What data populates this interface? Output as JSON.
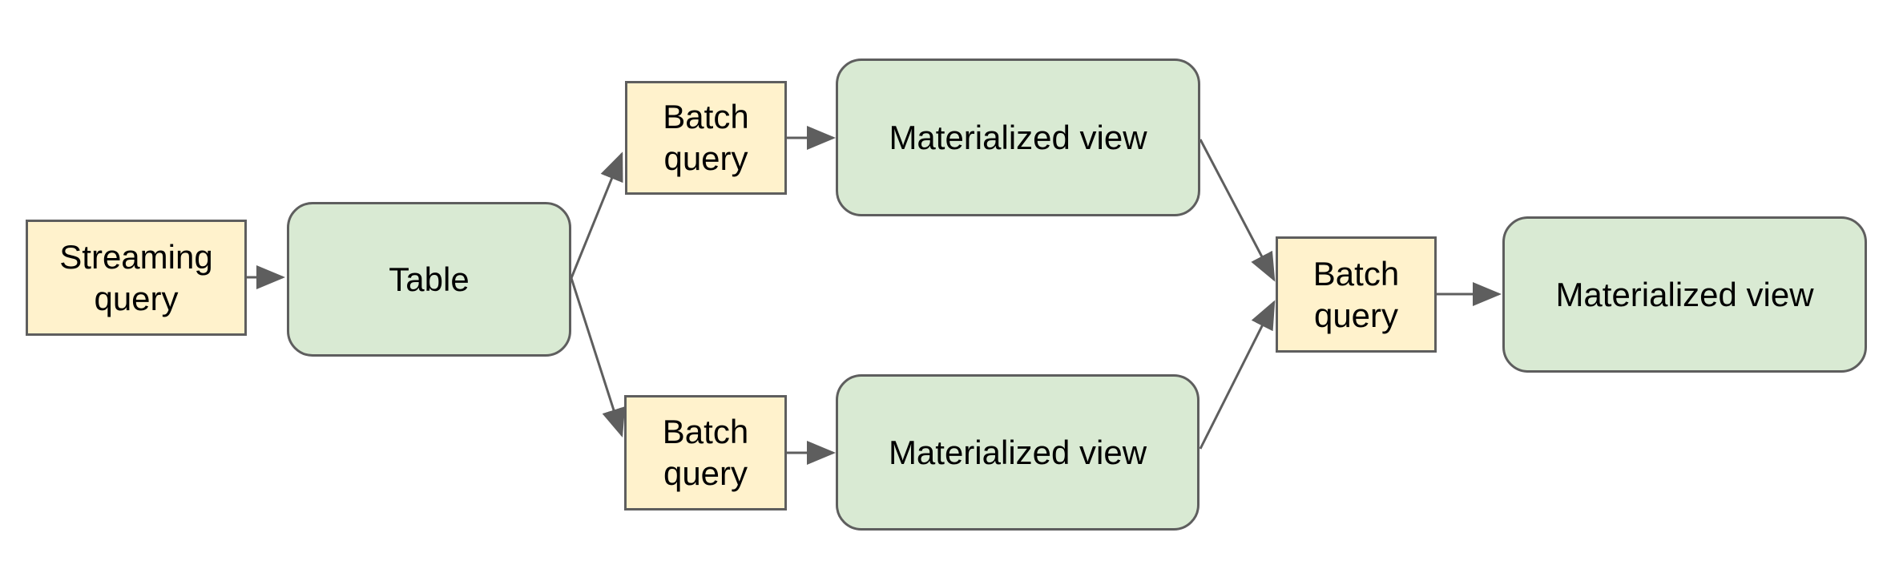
{
  "diagram": {
    "colors": {
      "canvas_bg": "#ffffff",
      "query_box_fill": "#fff2cc",
      "view_box_fill": "#d9ead3",
      "box_border": "#5e5e5e",
      "connector": "#5e5e5e",
      "label_text": "#000000"
    },
    "nodes": [
      {
        "id": "streaming-query",
        "label": "Streaming query",
        "kind": "query"
      },
      {
        "id": "table",
        "label": "Table",
        "kind": "view"
      },
      {
        "id": "batch-query-top",
        "label": "Batch query",
        "kind": "query"
      },
      {
        "id": "materialized-view-top",
        "label": "Materialized view",
        "kind": "view"
      },
      {
        "id": "batch-query-bottom",
        "label": "Batch query",
        "kind": "query"
      },
      {
        "id": "materialized-view-bottom",
        "label": "Materialized view",
        "kind": "view"
      },
      {
        "id": "batch-query-center",
        "label": "Batch query",
        "kind": "query"
      },
      {
        "id": "materialized-view-final",
        "label": "Materialized view",
        "kind": "view"
      }
    ],
    "edges": [
      {
        "from": "streaming-query",
        "to": "table"
      },
      {
        "from": "table",
        "to": "batch-query-top"
      },
      {
        "from": "table",
        "to": "batch-query-bottom"
      },
      {
        "from": "batch-query-top",
        "to": "materialized-view-top"
      },
      {
        "from": "batch-query-bottom",
        "to": "materialized-view-bottom"
      },
      {
        "from": "materialized-view-top",
        "to": "batch-query-center"
      },
      {
        "from": "materialized-view-bottom",
        "to": "batch-query-center"
      },
      {
        "from": "batch-query-center",
        "to": "materialized-view-final"
      }
    ]
  }
}
